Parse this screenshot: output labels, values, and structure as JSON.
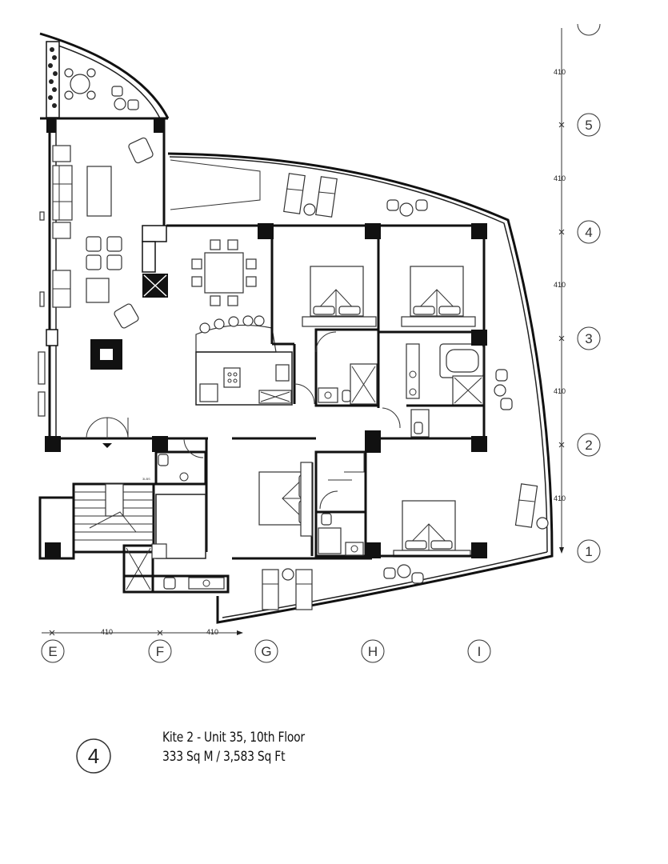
{
  "plan_number": "4",
  "caption": {
    "line1": "Kite 2 - Unit 35, 10th Floor",
    "line2": "333 Sq M / 3,583 Sq Ft"
  },
  "grid_rows": [
    "5",
    "4",
    "3",
    "2",
    "1"
  ],
  "grid_cols": [
    "E",
    "F",
    "G",
    "H",
    "I"
  ],
  "dimension": "410",
  "stair_label": "3LBS"
}
